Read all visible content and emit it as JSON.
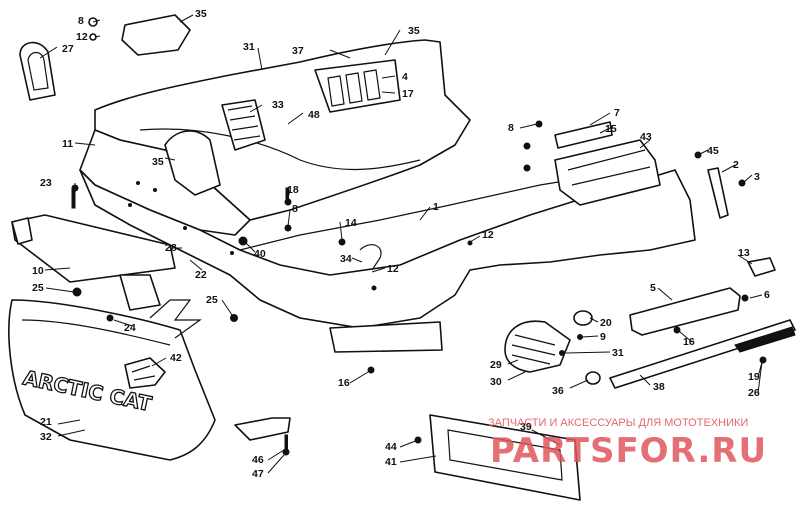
{
  "colors": {
    "ink": "#111111",
    "background": "#ffffff",
    "watermark": "#e0575e"
  },
  "logo": {
    "text": "ARCTIC CAT"
  },
  "watermark": {
    "line1": "ЗАПЧАСТИ И АКСЕССУАРЫ ДЛЯ МОТОТЕХНИКИ",
    "line2": "PARTSFOR.RU"
  },
  "callouts": {
    "c8a": "8",
    "c12a": "12",
    "c27": "27",
    "c35a": "35",
    "c31a": "31",
    "c37": "37",
    "c35b": "35",
    "c4": "4",
    "c17": "17",
    "c33": "33",
    "c48": "48",
    "c11": "11",
    "c35c": "35",
    "c23": "23",
    "c18": "18",
    "c8b": "8",
    "c14": "14",
    "c1": "1",
    "c12b": "12",
    "c7": "7",
    "c15": "15",
    "c8c": "8",
    "c43": "43",
    "c45": "45",
    "c2": "2",
    "c3": "3",
    "c28": "28",
    "c22": "22",
    "c40": "40",
    "c34": "34",
    "c12c": "12",
    "c13": "13",
    "c10": "10",
    "c25a": "25",
    "c25b": "25",
    "c24": "24",
    "c5": "5",
    "c6": "6",
    "c20": "20",
    "c9": "9",
    "c16a": "16",
    "c31b": "31",
    "c29": "29",
    "c30": "30",
    "c36": "36",
    "c16b": "16",
    "c42": "42",
    "c38": "38",
    "c19": "19",
    "c26": "26",
    "c21": "21",
    "c32": "32",
    "c39": "39",
    "c44": "44",
    "c41": "41",
    "c46": "46",
    "c47": "47"
  }
}
